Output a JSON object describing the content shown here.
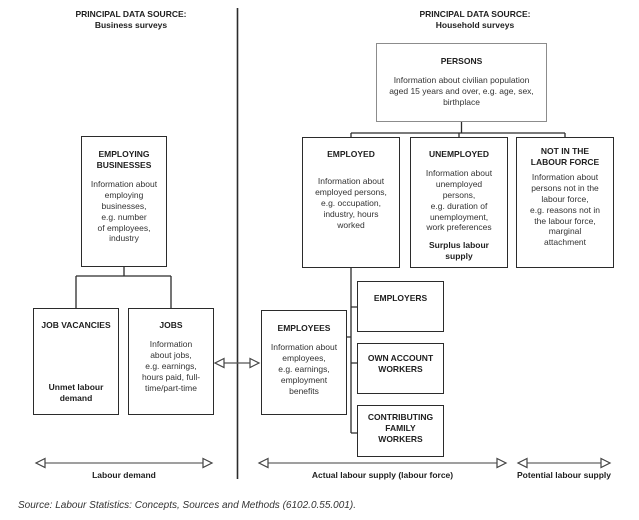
{
  "diagram": {
    "headers": {
      "business": {
        "line1": "PRINCIPAL DATA SOURCE:",
        "line2": "Business surveys"
      },
      "household": {
        "line1": "PRINCIPAL DATA SOURCE:",
        "line2": "Household surveys"
      }
    },
    "boxes": {
      "persons": {
        "title": "PERSONS",
        "body": "Information about civilian population\naged 15 years and over, e.g. age, sex,\nbirthplace"
      },
      "employed": {
        "title": "EMPLOYED",
        "body": "Information about\nemployed persons,\ne.g. occupation,\nindustry, hours\nworked"
      },
      "unemployed": {
        "title": "UNEMPLOYED",
        "body": "Information about\nunemployed\npersons,\ne.g. duration of\nunemployment,\nwork preferences",
        "footer": "Surplus labour\nsupply"
      },
      "not_in_labour_force": {
        "title": "NOT IN THE\nLABOUR FORCE",
        "body": "Information about\npersons not in the\nlabour force,\ne.g. reasons not in\nthe labour force,\nmarginal\nattachment"
      },
      "employing_businesses": {
        "title": "EMPLOYING\nBUSINESSES",
        "body": "Information about\nemploying\nbusinesses,\ne.g. number\nof employees,\nindustry"
      },
      "job_vacancies": {
        "title": "JOB VACANCIES",
        "footer": "Unmet labour\ndemand"
      },
      "jobs": {
        "title": "JOBS",
        "body": "Information\nabout jobs,\ne.g. earnings,\nhours paid, full-\ntime/part-time"
      },
      "employees": {
        "title": "EMPLOYEES",
        "body": "Information about\nemployees,\ne.g. earnings,\nemployment\nbenefits"
      },
      "employers": {
        "title": "EMPLOYERS"
      },
      "own_account_workers": {
        "title": "OWN ACCOUNT\nWORKERS"
      },
      "contributing_family_workers": {
        "title": "CONTRIBUTING\nFAMILY\nWORKERS"
      }
    },
    "axes": {
      "labour_demand": "Labour demand",
      "actual_labour_supply": "Actual labour supply (labour force)",
      "potential_labour_supply": "Potential labour supply"
    },
    "source_note": "Source: Labour Statistics: Concepts, Sources and Methods (6102.0.55.001).",
    "colors": {
      "line": "#2b2b2b",
      "persons_border": "#8c8c8c",
      "arrow": "#666666",
      "text": "#2b2b2b"
    }
  }
}
